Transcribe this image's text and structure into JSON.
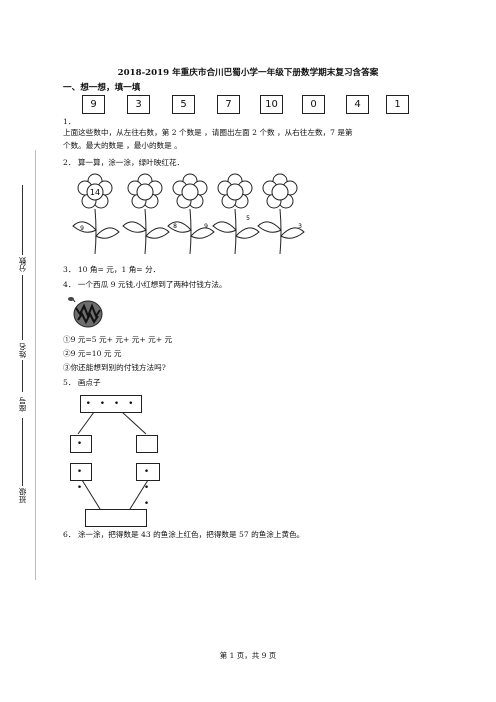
{
  "title": "2018-2019 年重庆市合川巴蜀小学一年级下册数学期末复习含答案",
  "section1": "一、想一想，填一填",
  "q1": {
    "numbers": [
      "9",
      "3",
      "5",
      "7",
      "10",
      "0",
      "4",
      "1"
    ],
    "index": "1．",
    "line1": "上面这些数中，从左往右数，第 2 个数是            ，请圈出左面 2 个数            ，从右往左数，7 是第",
    "line2": "个数。最大的数是            ，最小的数是            。"
  },
  "q2": {
    "text": "2．  算一算，涂一涂，绿叶映红花．",
    "flower_numbers": [
      "14",
      "",
      "",
      "",
      ""
    ],
    "leaf_numbers": [
      "9",
      "",
      "8",
      "9",
      "5",
      "3"
    ]
  },
  "q3": {
    "text": "3．  10 角=            元，1 角=            分．"
  },
  "q4": {
    "text": "4．  一个西瓜 9 元钱,小红想到了两种付钱方法。",
    "line1": "①9 元=5 元+            元+            元+            元+            元",
    "line2": "②9 元=10 元            元",
    "line3": "③你还能想到别的付钱方法吗?"
  },
  "q5": {
    "text": "5．  画点子",
    "dots_top": "• • • •",
    "dots_left": "•",
    "dots_left2": "• •",
    "dots_right2": "• • •"
  },
  "q6": {
    "text": "6．  涂一涂，把得数是 43 的鱼涂上红色，把得数是 57 的鱼涂上黄色。"
  },
  "sidebar": {
    "score": "分数",
    "name": "姓名",
    "seat": "座号",
    "class": "班级"
  },
  "footer": "第 1 页，共 9 页"
}
